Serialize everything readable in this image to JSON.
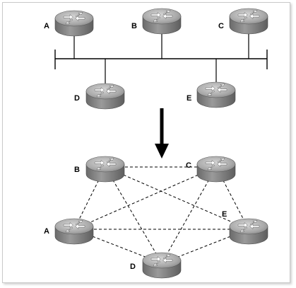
{
  "top_network": {
    "routers": [
      {
        "id": "A",
        "label": "A"
      },
      {
        "id": "B",
        "label": "B"
      },
      {
        "id": "C",
        "label": "C"
      },
      {
        "id": "D",
        "label": "D"
      },
      {
        "id": "E",
        "label": "E"
      }
    ],
    "bus_connections": [
      "A",
      "B",
      "C",
      "D",
      "E"
    ]
  },
  "bottom_network": {
    "routers": [
      {
        "id": "B",
        "label": "B"
      },
      {
        "id": "C",
        "label": "C"
      },
      {
        "id": "A",
        "label": "A"
      },
      {
        "id": "E",
        "label": "E"
      },
      {
        "id": "D",
        "label": "D"
      }
    ],
    "links": [
      [
        "B",
        "C"
      ],
      [
        "B",
        "A"
      ],
      [
        "B",
        "E"
      ],
      [
        "B",
        "D"
      ],
      [
        "C",
        "A"
      ],
      [
        "C",
        "E"
      ],
      [
        "C",
        "D"
      ],
      [
        "A",
        "E"
      ],
      [
        "A",
        "D"
      ],
      [
        "E",
        "D"
      ]
    ]
  },
  "colors": {
    "router_body": "#8c8c8c",
    "router_top": "#b8b8b8",
    "line": "#000000",
    "arrow": "#000000"
  }
}
